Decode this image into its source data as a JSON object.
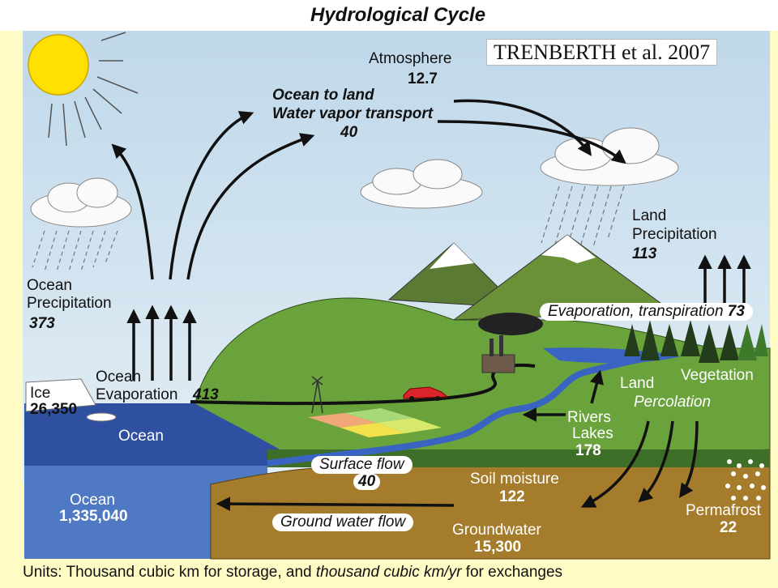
{
  "title": "Hydrological Cycle",
  "credit": "TRENBERTH et al. 2007",
  "atmosphere": {
    "label": "Atmosphere",
    "value": "12.7"
  },
  "ocean_to_land": {
    "line1": "Ocean to land",
    "line2": "Water vapor transport",
    "value": "40"
  },
  "land_precip": {
    "line1": "Land",
    "line2": "Precipitation",
    "value": "113"
  },
  "ocean_precip": {
    "line1": "Ocean",
    "line2": "Precipitation",
    "value": "373"
  },
  "ocean_evap": {
    "line1": "Ocean",
    "line2": "Evaporation",
    "value": "413"
  },
  "evapotrans": {
    "label": "Evaporation, transpiration",
    "value": "73"
  },
  "ice": {
    "label": "Ice",
    "value": "26,350"
  },
  "ocean_surface": {
    "label": "Ocean"
  },
  "ocean_storage": {
    "label": "Ocean",
    "value": "1,335,040"
  },
  "land": {
    "label": "Land"
  },
  "vegetation": {
    "label": "Vegetation"
  },
  "percolation": {
    "label": "Percolation"
  },
  "rivers": {
    "line1": "Rivers",
    "line2": "Lakes",
    "value": "178"
  },
  "surface_flow": {
    "label": "Surface flow",
    "value": "40"
  },
  "soil_moisture": {
    "label": "Soil moisture",
    "value": "122"
  },
  "groundwater_flow": {
    "label": "Ground water flow"
  },
  "groundwater": {
    "label": "Groundwater",
    "value": "15,300"
  },
  "permafrost": {
    "label": "Permafrost",
    "value": "22"
  },
  "units": {
    "part1": "Units: Thousand cubic km for storage, and ",
    "part2": "thousand cubic km/yr",
    "part3": " for exchanges"
  },
  "colors": {
    "sky": "#cfe2ee",
    "ocean": "#2f50a0",
    "deep_ocean": "#4f79c2",
    "land": "#6aa23c",
    "soil": "#a57c2c",
    "frame": "#fffbc4"
  }
}
